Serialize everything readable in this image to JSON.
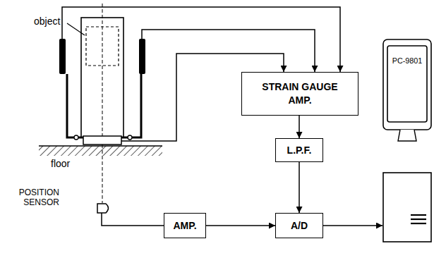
{
  "diagram": {
    "nodes": [
      {
        "text": [
          "STRAIN GAUGE AMP."
        ]
      },
      {
        "text": [
          "L.P.F."
        ]
      },
      {
        "text": [
          "PC-9801"
        ]
      },
      {
        "text": [
          "AMP."
        ]
      },
      {
        "text": [
          "A/D"
        ]
      }
    ],
    "edges": [
      {
        "from": 0,
        "to": 1,
        "arrow": "to"
      },
      {
        "from": 1,
        "to": 4,
        "arrow": "to"
      },
      {
        "from": 3,
        "to": 4,
        "arrow": "to"
      },
      {
        "from": 4,
        "to": 2,
        "arrow": "to"
      }
    ],
    "labels": [
      "object",
      "floor",
      "POSITION SENSOR"
    ]
  }
}
